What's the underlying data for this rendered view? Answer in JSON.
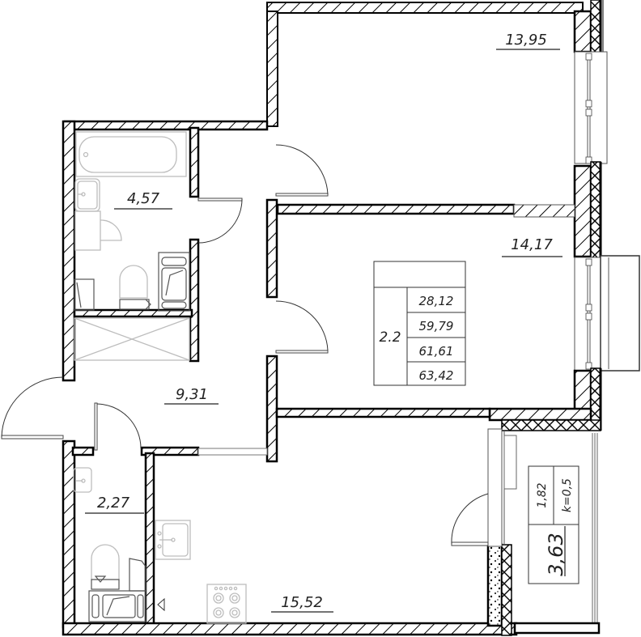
{
  "plan": {
    "type": "apartment-floor-plan",
    "rooms": [
      {
        "id": "bedroom-1",
        "area": "13,95"
      },
      {
        "id": "bedroom-2",
        "area": "14,17"
      },
      {
        "id": "bathroom",
        "area": "4,57"
      },
      {
        "id": "hallway",
        "area": "9,31"
      },
      {
        "id": "wc",
        "area": "2,27"
      },
      {
        "id": "kitchen-living",
        "area": "15,52"
      },
      {
        "id": "balcony",
        "area": "3,63"
      }
    ],
    "summary_table": {
      "apartment_type": "2.2",
      "living_area": "28,12",
      "total_area_no_balcony": "59,79",
      "total_area_reduced": "61,61",
      "total_area_full": "63,42"
    },
    "balcony_table": {
      "reduced_area": "1,82",
      "coefficient": "k=0,5",
      "area": "3,63"
    }
  }
}
